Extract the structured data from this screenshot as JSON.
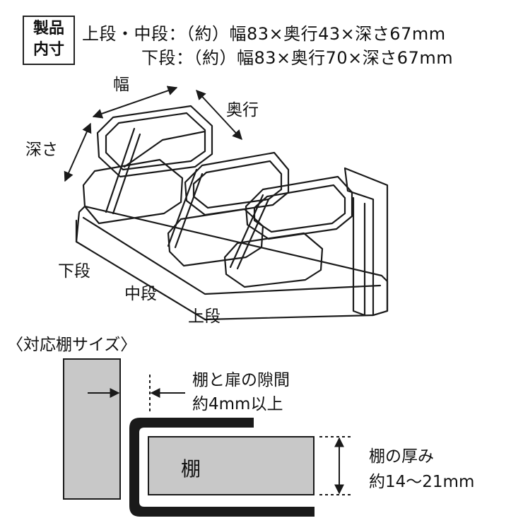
{
  "header": {
    "badge_line1": "製品",
    "badge_line2": "内寸",
    "spec_upper_middle": "上段・中段：（約）幅83×奥行43×深さ67mm",
    "spec_lower": "下段：（約）幅83×奥行70×深さ67mm"
  },
  "product": {
    "dim_width": "幅",
    "dim_depth": "奥行",
    "dim_height": "深さ",
    "tier_lower": "下段",
    "tier_middle": "中段",
    "tier_upper": "上段"
  },
  "shelf_section": {
    "title": "〈対応棚サイズ〉",
    "gap_label_line1": "棚と扉の隙間",
    "gap_label_line2": "約4mm以上",
    "shelf_label": "棚",
    "thickness_label_line1": "棚の厚み",
    "thickness_label_line2": "約14〜21mm"
  },
  "colors": {
    "line": "#1a1a1a",
    "fill_gray": "#c8c8c8",
    "background": "#ffffff"
  }
}
